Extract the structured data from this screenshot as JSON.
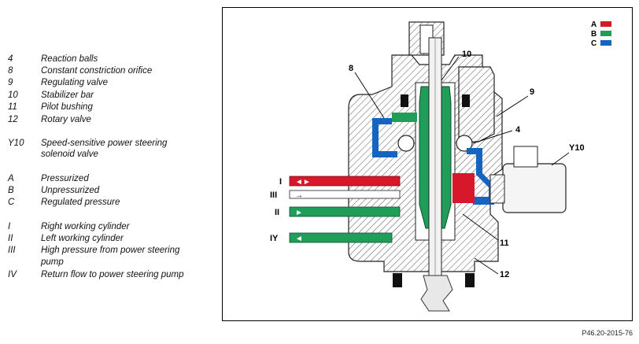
{
  "legend": {
    "group1": [
      {
        "key": "4",
        "text": "Reaction balls"
      },
      {
        "key": "8",
        "text": "Constant constriction orifice"
      },
      {
        "key": "9",
        "text": "Regulating valve"
      },
      {
        "key": "10",
        "text": "Stabilizer bar"
      },
      {
        "key": "11",
        "text": "Pilot bushing"
      },
      {
        "key": "12",
        "text": "Rotary valve"
      }
    ],
    "y10": {
      "key": "Y10",
      "line1": "Speed-sensitive power steering",
      "line2": "solenoid valve"
    },
    "group3": [
      {
        "key": "A",
        "text": "Pressurized"
      },
      {
        "key": "B",
        "text": "Unpressurized"
      },
      {
        "key": "C",
        "text": "Regulated pressure"
      }
    ],
    "group4": [
      {
        "key": "I",
        "text": "Right working cylinder"
      },
      {
        "key": "II",
        "text": "Left working cylinder"
      },
      {
        "key": "III",
        "line1": "High pressure from power steering",
        "line2": "pump"
      },
      {
        "key": "IV",
        "text": "Return flow to power steering pump"
      }
    ]
  },
  "color_key": [
    {
      "letter": "A",
      "color": "#d7182a"
    },
    {
      "letter": "B",
      "color": "#1f9e5a"
    },
    {
      "letter": "C",
      "color": "#1565c0"
    }
  ],
  "callouts": {
    "c10": "10",
    "c8": "8",
    "c9": "9",
    "c4": "4",
    "cY10": "Y10",
    "c11": "11",
    "c12": "12",
    "pI": "I",
    "pIII": "III",
    "pII": "II",
    "pIV": "IY"
  },
  "figure_ref": "P46.20-2015-76"
}
